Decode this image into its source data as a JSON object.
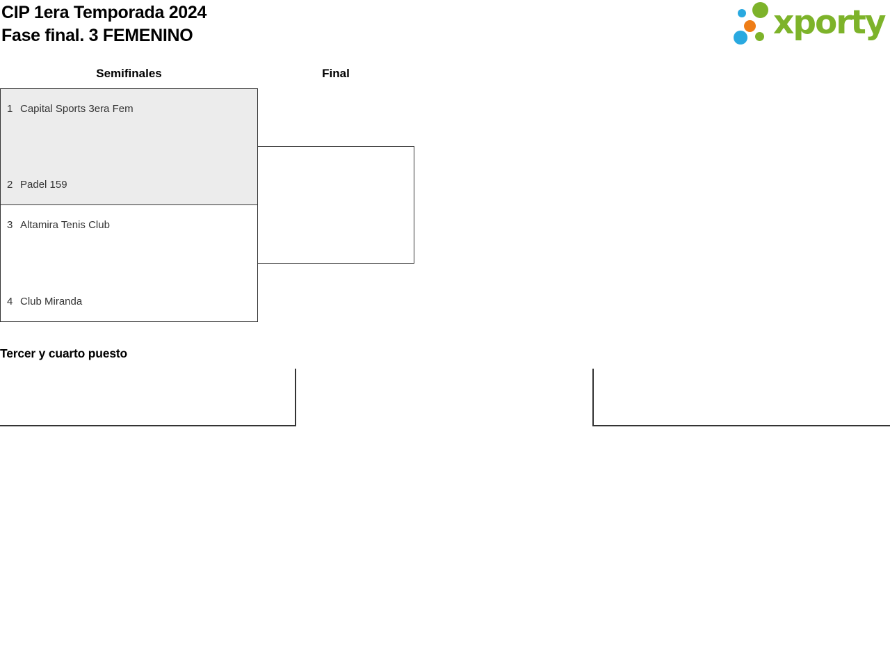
{
  "header": {
    "title_line1": "CIP 1era Temporada 2024",
    "title_line2": "Fase final. 3 FEMENINO"
  },
  "logo": {
    "wordmark": "xporty",
    "colors": {
      "green": "#7db32a",
      "blue": "#29a9e0",
      "orange": "#ee7d17"
    }
  },
  "bracket": {
    "round_headers": [
      "Semifinales",
      "Final"
    ],
    "semifinals": [
      {
        "top": {
          "seed": "1",
          "name": "Capital Sports 3era Fem"
        },
        "bottom": {
          "seed": "2",
          "name": "Padel 159"
        }
      },
      {
        "top": {
          "seed": "3",
          "name": "Altamira Tenis Club"
        },
        "bottom": {
          "seed": "4",
          "name": "Club Miranda"
        }
      }
    ],
    "final": {
      "teams": []
    }
  },
  "third_place": {
    "heading": "Tercer y cuarto puesto"
  }
}
